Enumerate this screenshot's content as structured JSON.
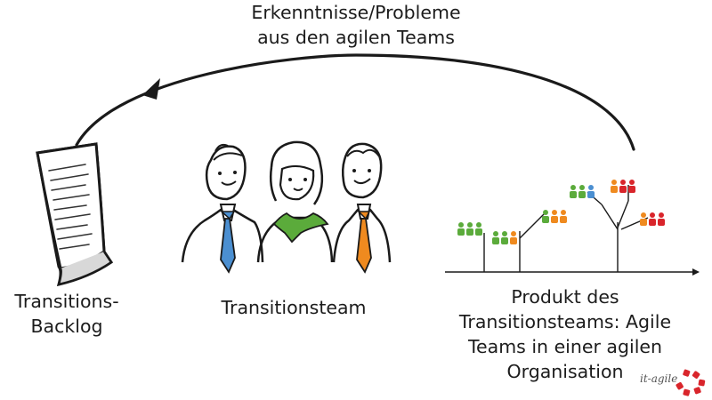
{
  "top_caption": {
    "line1": "Erkenntnisse/Probleme",
    "line2": "aus den agilen Teams"
  },
  "backlog_caption": {
    "line1": "Transitions-",
    "line2": "Backlog"
  },
  "team_caption": {
    "line1": "Transitionsteam"
  },
  "product_caption": {
    "line1": "Produkt des",
    "line2": "Transitionsteams: Agile",
    "line3": "Teams in einer agilen",
    "line4": "Organisation"
  },
  "logo": {
    "text": "it-agile",
    "icon": "it-agile-logo",
    "accent": "#d9252b"
  },
  "colors": {
    "green": "#5bab3b",
    "blue": "#4b8fd1",
    "orange": "#ef8a1f",
    "red": "#d9252b",
    "ink": "#1a1a1a"
  },
  "icons": [
    "document-icon",
    "person-icon",
    "arrow-icon",
    "team-icon"
  ]
}
